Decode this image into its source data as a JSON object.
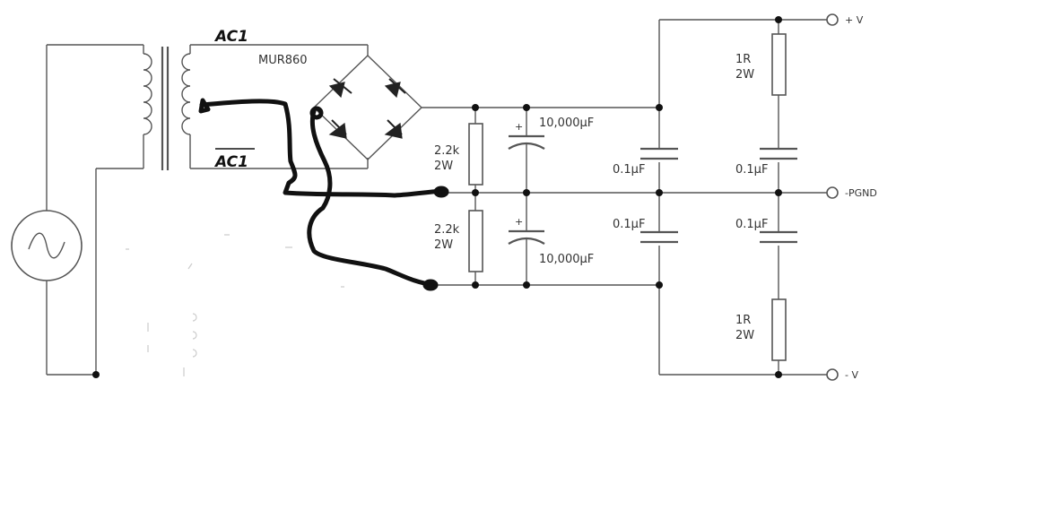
{
  "transformer": {
    "ac1_top": "AC1",
    "ac1_bottom": "AC1"
  },
  "bridge": {
    "part_number": "MUR860"
  },
  "filter": {
    "bleeder_top_value": "2.2k",
    "bleeder_top_power": "2W",
    "bleeder_bottom_value": "2.2k",
    "bleeder_bottom_power": "2W",
    "cap_top_value": "10,000µF",
    "cap_bottom_value": "10,000µF",
    "cap_polarity": "+"
  },
  "decoupling": {
    "c1": "0.1µF",
    "c2": "0.1µF",
    "c3": "0.1µF",
    "c4": "0.1µF"
  },
  "output_resistors": {
    "top_value": "1R",
    "top_power": "2W",
    "bottom_value": "1R",
    "bottom_power": "2W"
  },
  "terminals": {
    "positive": "+ V",
    "ground": "-PGND",
    "negative": "- V"
  },
  "colors": {
    "wire": "#555555",
    "handdrawn": "#111111",
    "background": "#ffffff"
  }
}
